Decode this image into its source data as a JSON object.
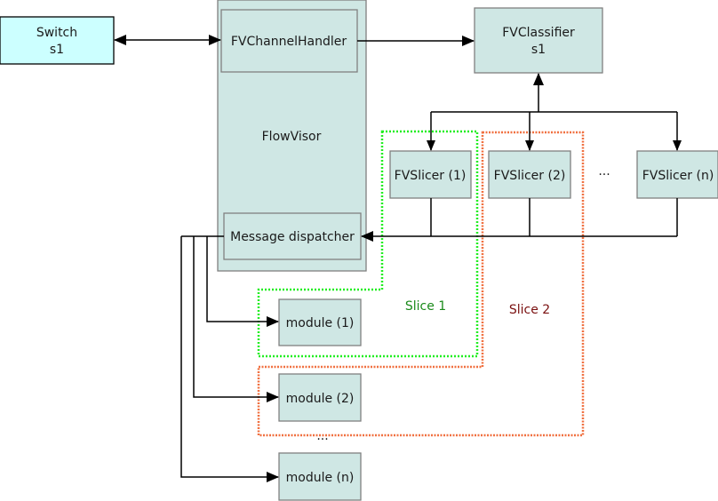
{
  "diagram": {
    "switch": {
      "line1": "Switch",
      "line2": "s1"
    },
    "flowvisor": {
      "label": "FlowVisor"
    },
    "channel_handler": {
      "label": "FVChannelHandler"
    },
    "message_dispatcher": {
      "label": "Message dispatcher"
    },
    "classifier": {
      "line1": "FVClassifier",
      "line2": "s1"
    },
    "slicers": [
      {
        "label": "FVSlicer (1)"
      },
      {
        "label": "FVSlicer (2)"
      },
      {
        "label": "FVSlicer (n)"
      }
    ],
    "slicer_ellipsis": "···",
    "modules": [
      {
        "label": "module (1)"
      },
      {
        "label": "module (2)"
      },
      {
        "label": "module (n)"
      }
    ],
    "module_ellipsis": "···",
    "slices": [
      {
        "label": "Slice 1",
        "color": "#22ee22",
        "text_color": "#1a8a1a"
      },
      {
        "label": "Slice 2",
        "color": "#f07040",
        "text_color": "#7a1010"
      }
    ],
    "colors": {
      "component_fill": "#cfe7e4",
      "switch_fill": "#ccffff",
      "border": "#808080"
    }
  }
}
